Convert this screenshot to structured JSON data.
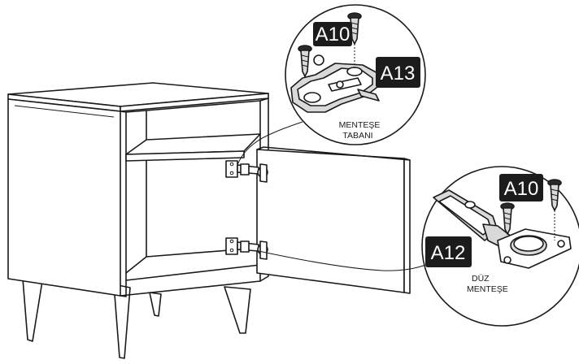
{
  "badges": {
    "a10_top": "A10",
    "a13": "A13",
    "a10_bottom": "A10",
    "a12": "A12"
  },
  "captions": {
    "hinge_plate_line1": "MENTEŞE",
    "hinge_plate_line2": "TABANI",
    "straight_hinge_line1": "DÜZ",
    "straight_hinge_line2": "MENTEŞE"
  }
}
